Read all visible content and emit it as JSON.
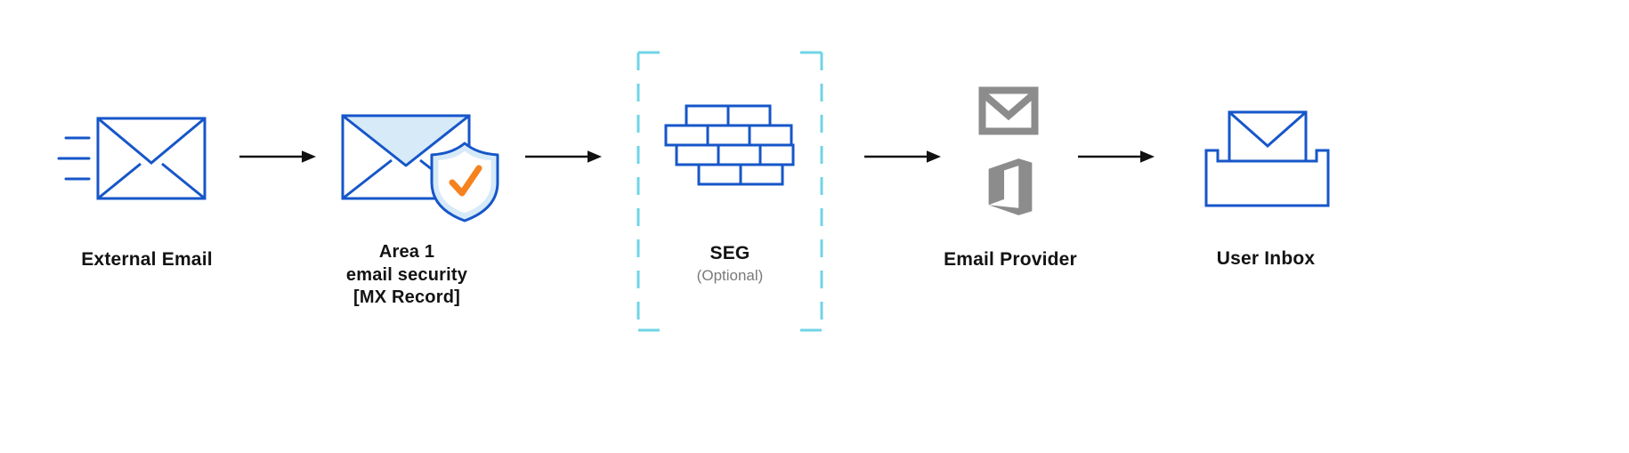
{
  "colors": {
    "primary_blue": "#1656c9",
    "light_blue": "#d6eaf8",
    "teal_dashed": "#6fd4e6",
    "orange_check": "#f6821f",
    "gray_icon": "#8c8c8c",
    "text": "#131313",
    "text_muted": "#7a7a7a",
    "arrow": "#111111"
  },
  "flow": {
    "nodes": [
      {
        "id": "external-email",
        "icon": "envelope-with-speed-lines-icon",
        "label": "External Email"
      },
      {
        "id": "area1-email-security",
        "icon": "envelope-with-shield-check-icon",
        "label_lines": [
          "Area 1",
          "email security",
          "[MX Record]"
        ]
      },
      {
        "id": "seg",
        "icon": "firewall-brick-wall-icon",
        "label": "SEG",
        "sublabel": "(Optional)",
        "boundary": "dashed-optional-outline"
      },
      {
        "id": "email-provider",
        "icons": [
          "gmail-icon",
          "microsoft-office-icon"
        ],
        "label": "Email Provider"
      },
      {
        "id": "user-inbox",
        "icon": "inbox-tray-envelope-icon",
        "label": "User Inbox"
      }
    ],
    "arrows": [
      {
        "from": "external-email",
        "to": "area1-email-security"
      },
      {
        "from": "area1-email-security",
        "to": "seg"
      },
      {
        "from": "seg",
        "to": "email-provider"
      },
      {
        "from": "email-provider",
        "to": "user-inbox"
      }
    ]
  }
}
